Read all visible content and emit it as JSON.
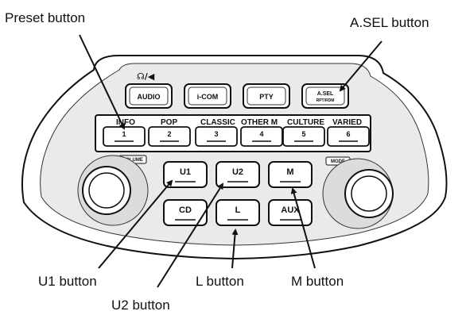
{
  "callouts": {
    "preset": "Preset button",
    "asel": "A.SEL button",
    "u1": "U1 button",
    "u2": "U2 button",
    "l": "L button",
    "m": "M button"
  },
  "panel": {
    "headphone_symbol": "☊/◀",
    "top_buttons": [
      "AUDIO",
      "i-COM",
      "PTY",
      "A.SEL"
    ],
    "asel_sub": "RPT/RDM",
    "categories": [
      "INFO",
      "POP",
      "CLASSIC",
      "OTHER M",
      "CULTURE",
      "VARIED"
    ],
    "presets": [
      "1",
      "2",
      "3",
      "4",
      "5",
      "6"
    ],
    "volume_label": "VOLUME",
    "mode_label": "MODE",
    "mid_buttons": [
      "U1",
      "U2",
      "M"
    ],
    "bottom_buttons": [
      "CD",
      "L",
      "AUX"
    ]
  }
}
